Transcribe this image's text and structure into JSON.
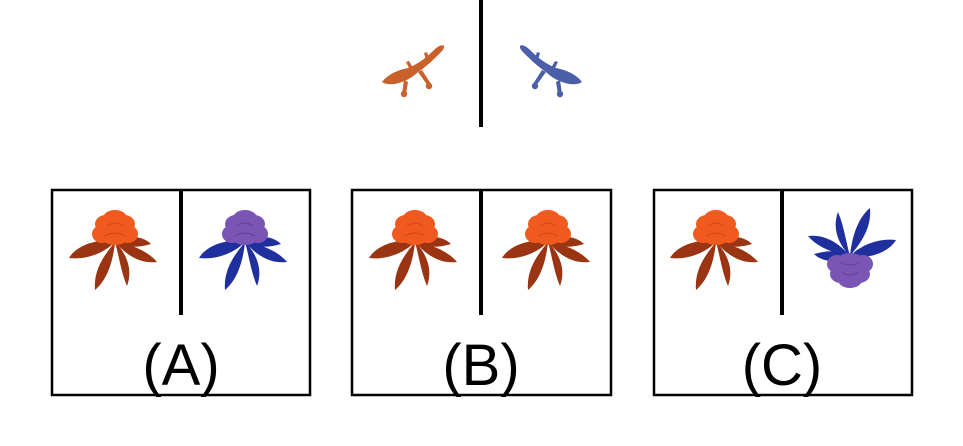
{
  "prompt": {
    "left_icon": "orange-lizard-icon",
    "right_icon": "blue-lizard-icon",
    "colors": {
      "left": "#c8612a",
      "right": "#4b5fa8"
    }
  },
  "options": [
    {
      "label": "(A)",
      "left_icon": "red-flower-icon",
      "right_icon": "purple-blue-flower-icon"
    },
    {
      "label": "(B)",
      "left_icon": "red-flower-icon",
      "right_icon": "red-flower-icon"
    },
    {
      "label": "(C)",
      "left_icon": "red-flower-icon",
      "right_icon": "purple-blue-flower-rotated-icon"
    }
  ],
  "colors": {
    "red_petals": "#f05a1e",
    "red_leaves": "#9a3412",
    "purple_petals": "#7b55b5",
    "blue_leaves": "#1f2f9e"
  }
}
